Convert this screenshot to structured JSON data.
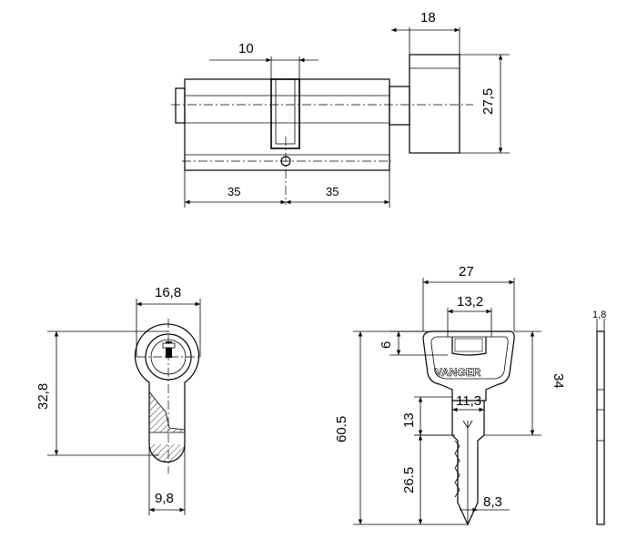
{
  "dimensions": {
    "knob_width": "18",
    "cam_width": "10",
    "knob_height": "27,5",
    "left_length": "35",
    "right_length": "35",
    "front_width": "16,8",
    "front_height": "32,8",
    "front_bottom_width": "9,8",
    "key_width": "27",
    "key_head_inner": "13,2",
    "key_head_top": "6",
    "key_head_height": "34",
    "key_shank_width": "11,3",
    "key_shoulder": "13",
    "key_total_length": "60.5",
    "key_blade_length": "26.5",
    "key_tip_width": "8,3",
    "key_thickness": "1,8"
  },
  "key": {
    "brand": "VANGER"
  }
}
